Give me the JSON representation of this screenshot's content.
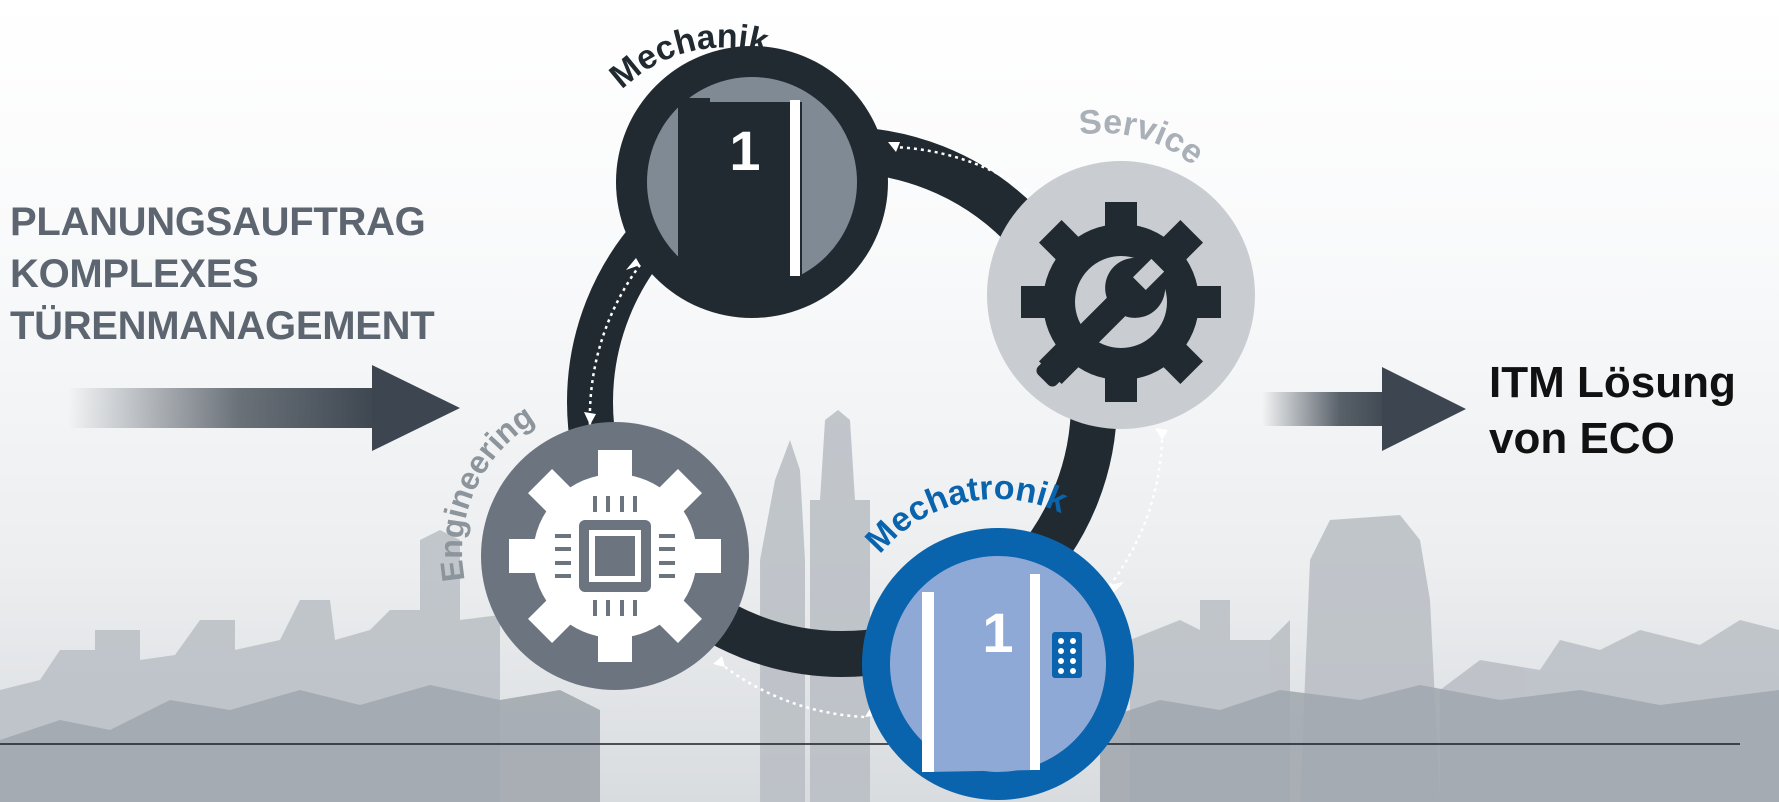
{
  "intro": {
    "lines": [
      "PLANUNGSAUFTRAG",
      "KOMPLEXES",
      "TÜRENMANAGEMENT"
    ]
  },
  "result": {
    "lines": [
      "ITM Lösung",
      "von ECO"
    ]
  },
  "cycle": {
    "nodes": [
      {
        "id": "mechanik",
        "label": "Mechanik",
        "icon": "door-icon"
      },
      {
        "id": "service",
        "label": "Service",
        "icon": "gear-wrench-icon"
      },
      {
        "id": "mechatronik",
        "label": "Mechatronik",
        "icon": "door-keypad-icon"
      },
      {
        "id": "engineering",
        "label": "Engineering",
        "icon": "gear-chip-icon"
      }
    ]
  },
  "colors": {
    "dark": "#222a31",
    "slate": "#5d6670",
    "grey": "#6c757f",
    "light_grey": "#c9cdd2",
    "blue": "#0a64ad",
    "light_blue": "#8fa9d6",
    "label_grey": "#a9b0b7"
  }
}
